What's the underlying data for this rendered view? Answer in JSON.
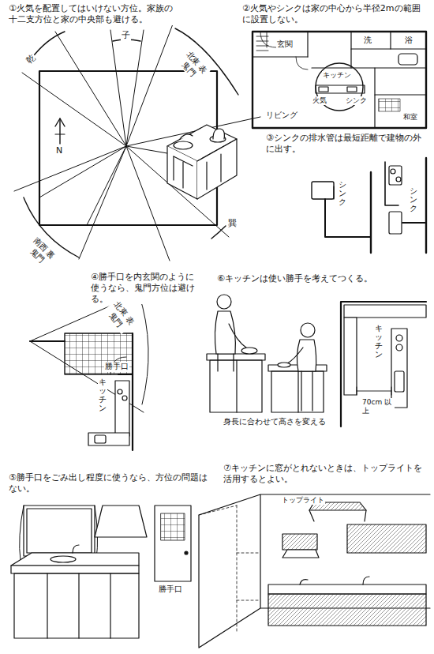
{
  "diagram": {
    "labels": [
      "①火気を配置してはいけない方位。家族の十二支方位と家の中央部も避ける。",
      "子",
      "乾",
      "北東 表鬼門",
      "N",
      "南西 裏鬼門",
      "巽",
      "②火気やシンクは家の中心から半径2mの範囲に設置しない。",
      "玄関",
      "洗",
      "浴",
      "キッチン",
      "火気",
      "シンク",
      "リビング",
      "和室",
      "③シンクの排水管は最短距離で建物の外に出す。",
      "シンク",
      "シンク",
      "④勝手口を内玄関のように使うなら、鬼門方位は避ける。",
      "北東 表鬼門",
      "勝手口",
      "キッチン",
      "⑥キッチンは使い勝手を考えてつくる。",
      "身長に合わせて高さを変える",
      "キッチン",
      "70cm 以上",
      "⑤勝手口をごみ出し程度に使うなら、方位の問題はない。",
      "勝手口",
      "⑦キッチンに窓がとれないときは、トップライトを活用するとよい。",
      "トップライト"
    ]
  }
}
